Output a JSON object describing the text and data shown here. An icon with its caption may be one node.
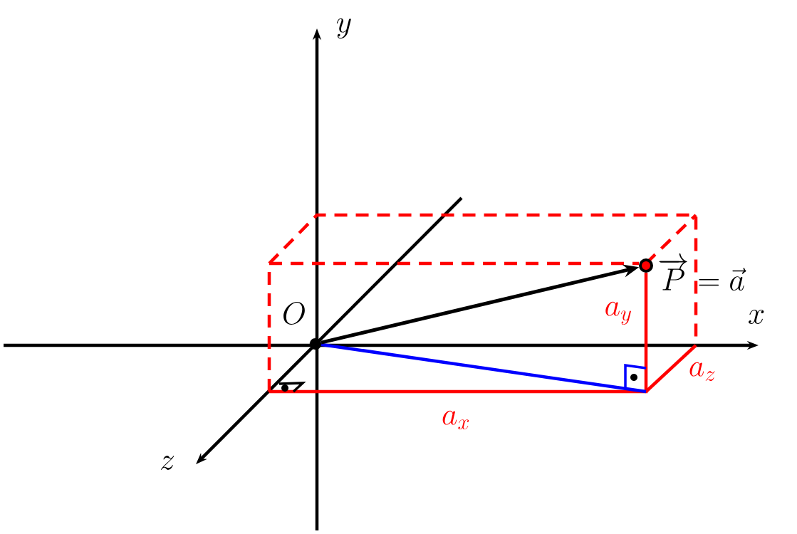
{
  "diagram": {
    "nodes": [
      {
        "text": [],
        "shape": "circle",
        "beside": [
          "O"
        ]
      },
      {
        "text": [],
        "shape": "circle",
        "beside": [
          "\\overrightarrow{P} = \\vec{a}"
        ]
      }
    ],
    "edges": [
      {
        "from": 0,
        "to": 1,
        "arrow": "to"
      }
    ],
    "labels": [
      "y",
      "a_y",
      "x",
      "a_z",
      "a_x",
      "z"
    ]
  }
}
